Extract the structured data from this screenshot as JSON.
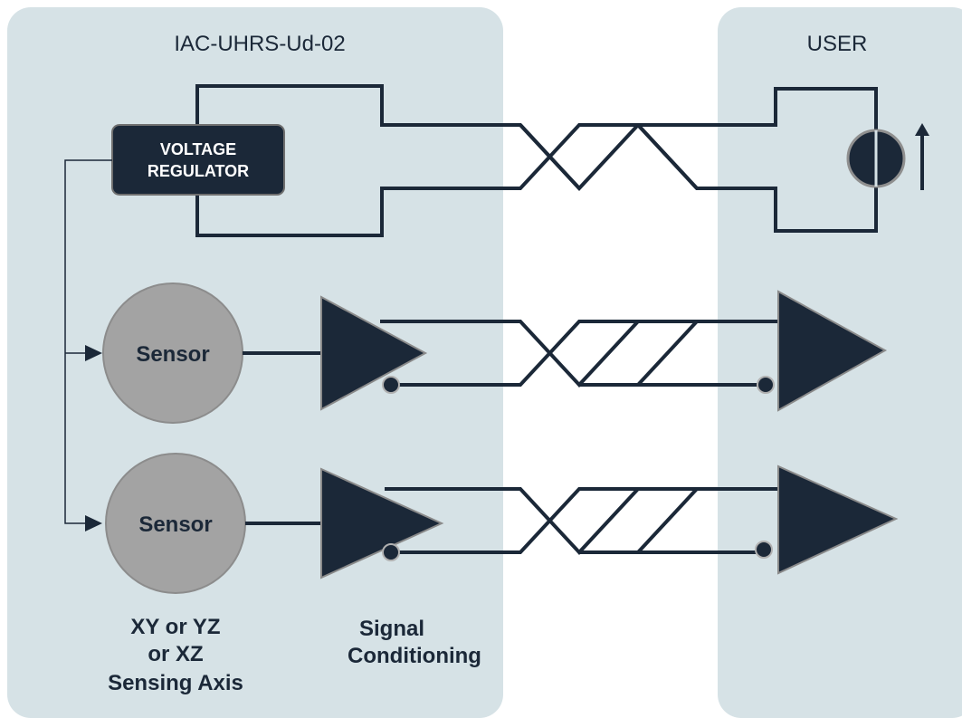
{
  "panels": {
    "device_title": "IAC-UHRS-Ud-02",
    "user_title": "USER"
  },
  "regulator": {
    "line1": "VOLTAGE",
    "line2": "REGULATOR"
  },
  "sensors": [
    {
      "label": "Sensor"
    },
    {
      "label": "Sensor"
    }
  ],
  "captions": {
    "axis": [
      "XY or YZ",
      "or XZ",
      "Sensing Axis"
    ],
    "conditioning": [
      "Signal",
      "Conditioning"
    ]
  },
  "colors": {
    "panel": "#d6e2e6",
    "navy": "#1b2838",
    "sensor_gray": "#a3a3a3"
  }
}
